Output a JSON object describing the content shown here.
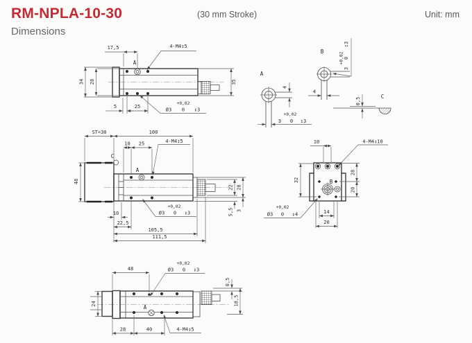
{
  "header": {
    "title": "RM-NPLA-10-30",
    "stroke_note": "(30 mm Stroke)",
    "unit_note": "Unit: mm",
    "subtitle": "Dimensions"
  },
  "colors": {
    "accent_red": "#c32a34",
    "line": "#3e3e3e",
    "text_gray": "#63676d"
  },
  "views": {
    "side": {
      "label_a": "A",
      "d17_5": "17,5",
      "tap": "4-M4↧5",
      "h34": "34",
      "h28": "28",
      "h35": "35",
      "d5": "5",
      "d25": "25",
      "hole_dia": "Ø3",
      "tol_p": "+0,02",
      "tol_z": "0",
      "hole_depth": "↧3"
    },
    "detail_a": {
      "label": "A",
      "d4": "4",
      "size": "3",
      "tol_p": "+0,02",
      "tol_z": "0",
      "depth": "↧3"
    },
    "detail_b": {
      "label": "B",
      "d4": "4",
      "size": "3",
      "tol_p": "+0,02",
      "tol_z": "0",
      "depth": "↧3"
    },
    "detail_c": {
      "label": "C",
      "d0_5": "0,5"
    },
    "plan": {
      "stroke_dim": "ST=30",
      "len": "100",
      "d10": "10",
      "d25": "25",
      "tap": "4-M4↧5",
      "label_c": "C",
      "label_a": "A",
      "h48": "48",
      "d10b": "10",
      "d22_5": "22,5",
      "d105_5": "105,5",
      "d111_5": "111,5",
      "hole_dia": "Ø3",
      "tol_p": "+0,02",
      "tol_z": "0",
      "hole_depth": "↧3",
      "r22": "22",
      "r28": "28",
      "r5_5": "5,5",
      "r3": "3"
    },
    "end": {
      "d10": "10",
      "tap": "4-M4↧10",
      "h32": "32",
      "r28": "28",
      "r20": "20",
      "label_b": "B",
      "b14": "14",
      "b20": "20",
      "hole_dia": "Ø3",
      "tol_p": "+0,02",
      "tol_z": "0",
      "hole_depth": "↧4"
    },
    "bottom": {
      "t48": "48",
      "hole_dia": "Ø3",
      "tol_p": "+0,02",
      "tol_z": "0",
      "hole_depth": "↧3",
      "r0_5": "0,5",
      "r18_5": "18,5",
      "l24": "24",
      "b28": "28",
      "b40": "40",
      "tap": "4-M4↧5",
      "label_a": "A"
    }
  }
}
